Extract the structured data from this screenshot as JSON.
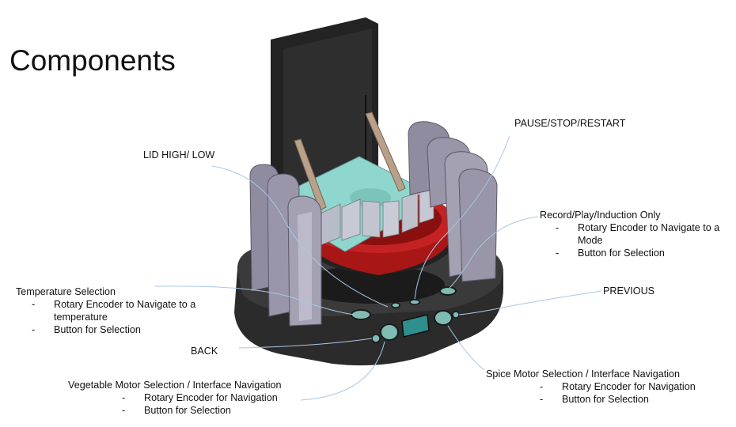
{
  "title": "Components",
  "labels": {
    "lid": "LID HIGH/ LOW",
    "pause": "PAUSE/STOP/RESTART",
    "previous": "PREVIOUS",
    "back": "BACK"
  },
  "record": {
    "heading": "Record/Play/Induction Only",
    "bullets": [
      "Rotary Encoder to Navigate to a Mode",
      "Button for Selection"
    ]
  },
  "temperature": {
    "heading": "Temperature Selection",
    "bullets": [
      "Rotary Encoder to Navigate to a temperature",
      "Button for Selection"
    ]
  },
  "vegetable": {
    "heading": "Vegetable Motor Selection / Interface Navigation",
    "bullets": [
      "Rotary Encoder for Navigation",
      "Button for Selection"
    ]
  },
  "spice": {
    "heading": "Spice Motor Selection / Interface Navigation",
    "bullets": [
      "Rotary Encoder for Navigation",
      "Button for Selection"
    ]
  },
  "colors": {
    "leader_line": "#aac6e6",
    "pod": "#8e8c9e",
    "base": "#2b2b2b",
    "pot_red": "#b01818",
    "display": "#2f8f8f",
    "panel": "#88d2cc",
    "mount": "#222222"
  }
}
